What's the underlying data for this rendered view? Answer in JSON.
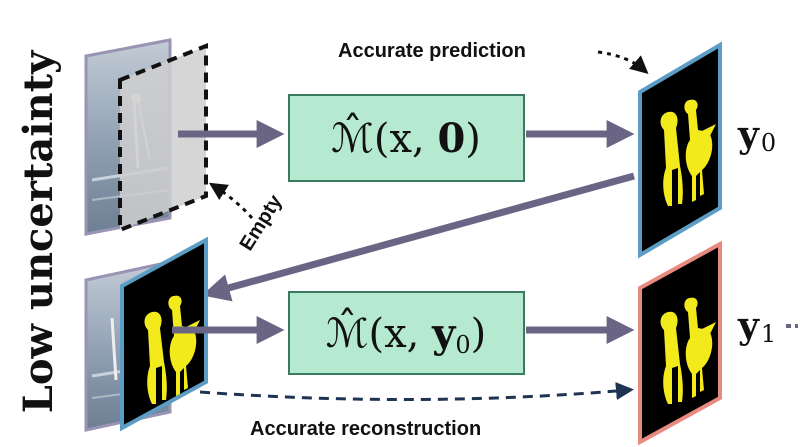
{
  "side_label": "Low uncertainty",
  "model_top": {
    "text": "Ṁ̂(x, 0)",
    "main": "ℳ̂(x, ",
    "bold": "0",
    "close": ")"
  },
  "model_bottom": {
    "main": "ℳ̂(x, ",
    "bold": "y",
    "sub": "0",
    "close": ")"
  },
  "labels": {
    "accurate_prediction": "Accurate prediction",
    "empty": "Empty",
    "accurate_reconstruction": "Accurate reconstruction"
  },
  "outputs": {
    "y0": {
      "base": "y",
      "sub": "0"
    },
    "y1": {
      "base": "y",
      "sub": "1"
    }
  },
  "colors": {
    "box_fill": "#b5ead1",
    "box_stroke": "#3a7a5e",
    "arrow": "#6b6585",
    "frame_blue": "#5b9dc4",
    "frame_red": "#e88a80",
    "mask_fill": "#f2ea1a"
  }
}
